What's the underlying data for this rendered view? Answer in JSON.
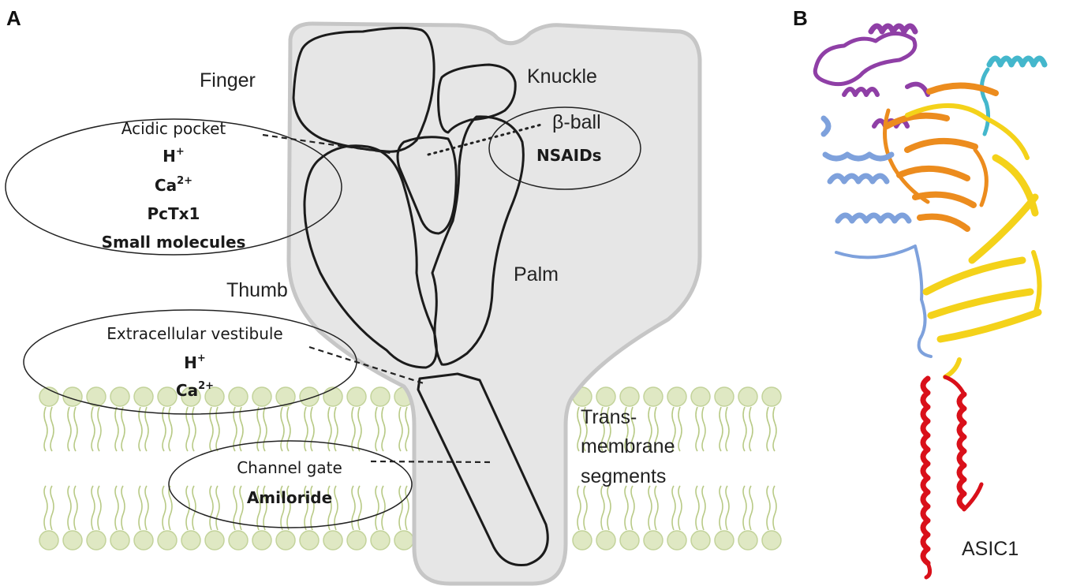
{
  "panels": {
    "a": "A",
    "b": "B"
  },
  "domains": {
    "finger": "Finger",
    "knuckle": "Knuckle",
    "beta_ball": "β-ball",
    "thumb": "Thumb",
    "palm": "Palm",
    "transmembrane_line1": "Trans-",
    "transmembrane_line2": "membrane",
    "transmembrane_line3": "segments"
  },
  "sites": {
    "acidic_pocket": {
      "title": "Acidic pocket",
      "items": [
        {
          "base": "H",
          "sup": "+"
        },
        {
          "base": "Ca",
          "sup": "2+"
        },
        {
          "base": "PcTx1",
          "sup": ""
        },
        {
          "base": "Small molecules",
          "sup": ""
        }
      ]
    },
    "beta_ball_site": {
      "item": "NSAIDs"
    },
    "vestibule": {
      "title": "Extracellular vestibule",
      "items": [
        {
          "base": "H",
          "sup": "+"
        },
        {
          "base": "Ca",
          "sup": "2+"
        }
      ]
    },
    "gate": {
      "title": "Channel gate",
      "item": "Amiloride"
    }
  },
  "structure_label": "ASIC1",
  "colors": {
    "finger": "#a0509f",
    "knuckle": "#38b6cf",
    "beta_ball": "#ef9a3e",
    "thumb": "#5568b2",
    "palm": "#fce90e",
    "transmembrane": "#e10d12",
    "protein_body": "#e6e6e6",
    "lipid": "#dfe8c3"
  }
}
